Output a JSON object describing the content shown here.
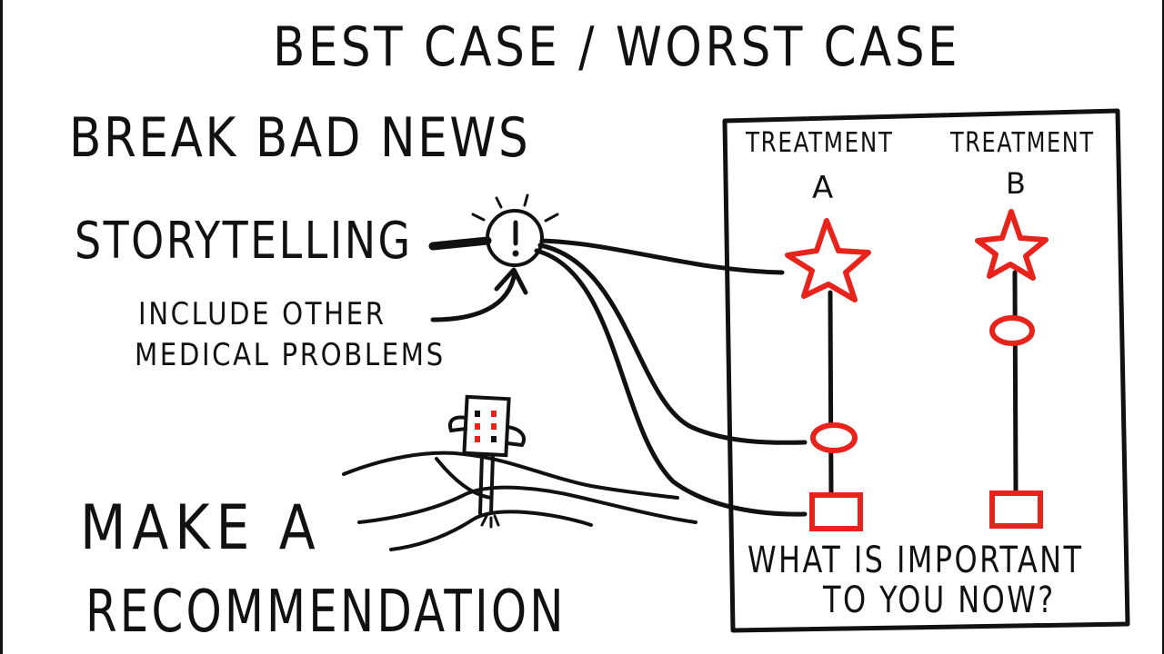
{
  "title": "BEST CASE / WORST CASE",
  "steps": {
    "break_bad_news": "BREAK BAD NEWS",
    "storytelling": "STORYTELLING",
    "include_line1": "INCLUDE OTHER",
    "include_line2": "MEDICAL PROBLEMS",
    "recommend_line1": "MAKE A",
    "recommend_line2": "RECOMMENDATION"
  },
  "panel": {
    "treatment_a": "TREATMENT",
    "letter_a": "A",
    "treatment_b": "TREATMENT",
    "letter_b": "B",
    "question_line1": "WHAT IS IMPORTANT",
    "question_line2": "TO YOU NOW?"
  },
  "icons": {
    "alert": "exclamation-icon",
    "star": "star-icon",
    "oval": "oval-marker-icon",
    "box": "box-marker-icon",
    "signpost": "signpost-icon"
  },
  "colors": {
    "ink": "#111111",
    "accent": "#e8231b"
  }
}
